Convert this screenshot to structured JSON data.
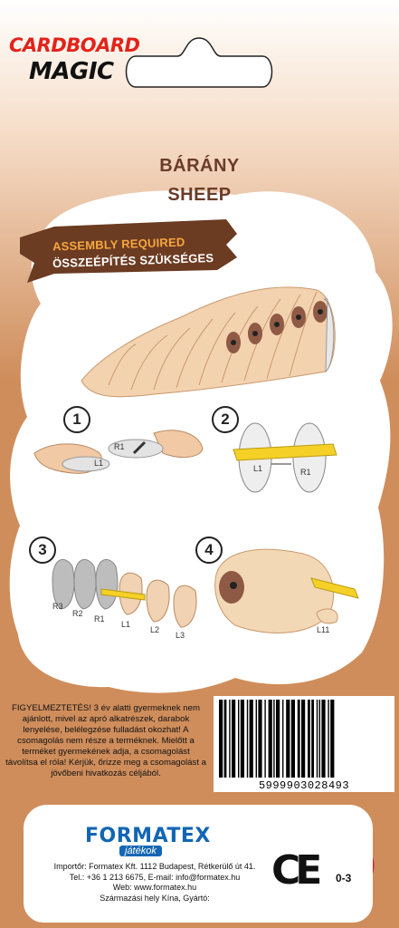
{
  "logo": {
    "line1": "CARDBOARD",
    "line2": "MAGIC"
  },
  "title_hu": "BÁRÁNY",
  "title_en": "SHEEP",
  "banner": {
    "line1": "ASSEMBLY REQUIRED",
    "line2": "ÖSSZEÉPÍTÉS SZÜKSÉGES"
  },
  "steps": [
    {
      "num": "1",
      "labels": [
        "R1",
        "L1"
      ]
    },
    {
      "num": "2",
      "labels": [
        "L1",
        "R1"
      ]
    },
    {
      "num": "3",
      "labels": [
        "R3",
        "R2",
        "R1",
        "L1",
        "L2",
        "L3"
      ]
    },
    {
      "num": "4",
      "labels": [
        "L11"
      ]
    }
  ],
  "warning": "FIGYELMEZTETÉS! 3 év alatti gyermeknek nem ajánlott, mivel az apró alkatrészek, darabok lenyelése, belélegzése fulladást okozhat! A csomagolás nem része a terméknek. Mielőtt a terméket gyermekének adja, a csomagolást távolítsa el róla! Kérjük, őrizze meg a csomagolást a jövőbeni hivatkozás céljából.",
  "barcode": "5999903028493",
  "brand": {
    "name": "FORMATEX",
    "sub": "játékok"
  },
  "importer": {
    "line1": "Importőr: Formatex Kft. 1112 Budapest, Rétkerülő út 41.",
    "line2": "Tel.: +36 1 213 6675, E-mail: info@formatex.hu",
    "line3": "Web: www.formatex.hu",
    "line4": "Származási hely Kína, Gyártó:"
  },
  "ce": "CE",
  "age_badge": "0-3",
  "colors": {
    "background": "#cf8d5b",
    "cloud": "#ffffff",
    "banner": "#6b3b22",
    "title": "#6b3b2a",
    "brand": "#1366b3",
    "logo_red": "#e2231a",
    "age_red": "#d71f26"
  }
}
